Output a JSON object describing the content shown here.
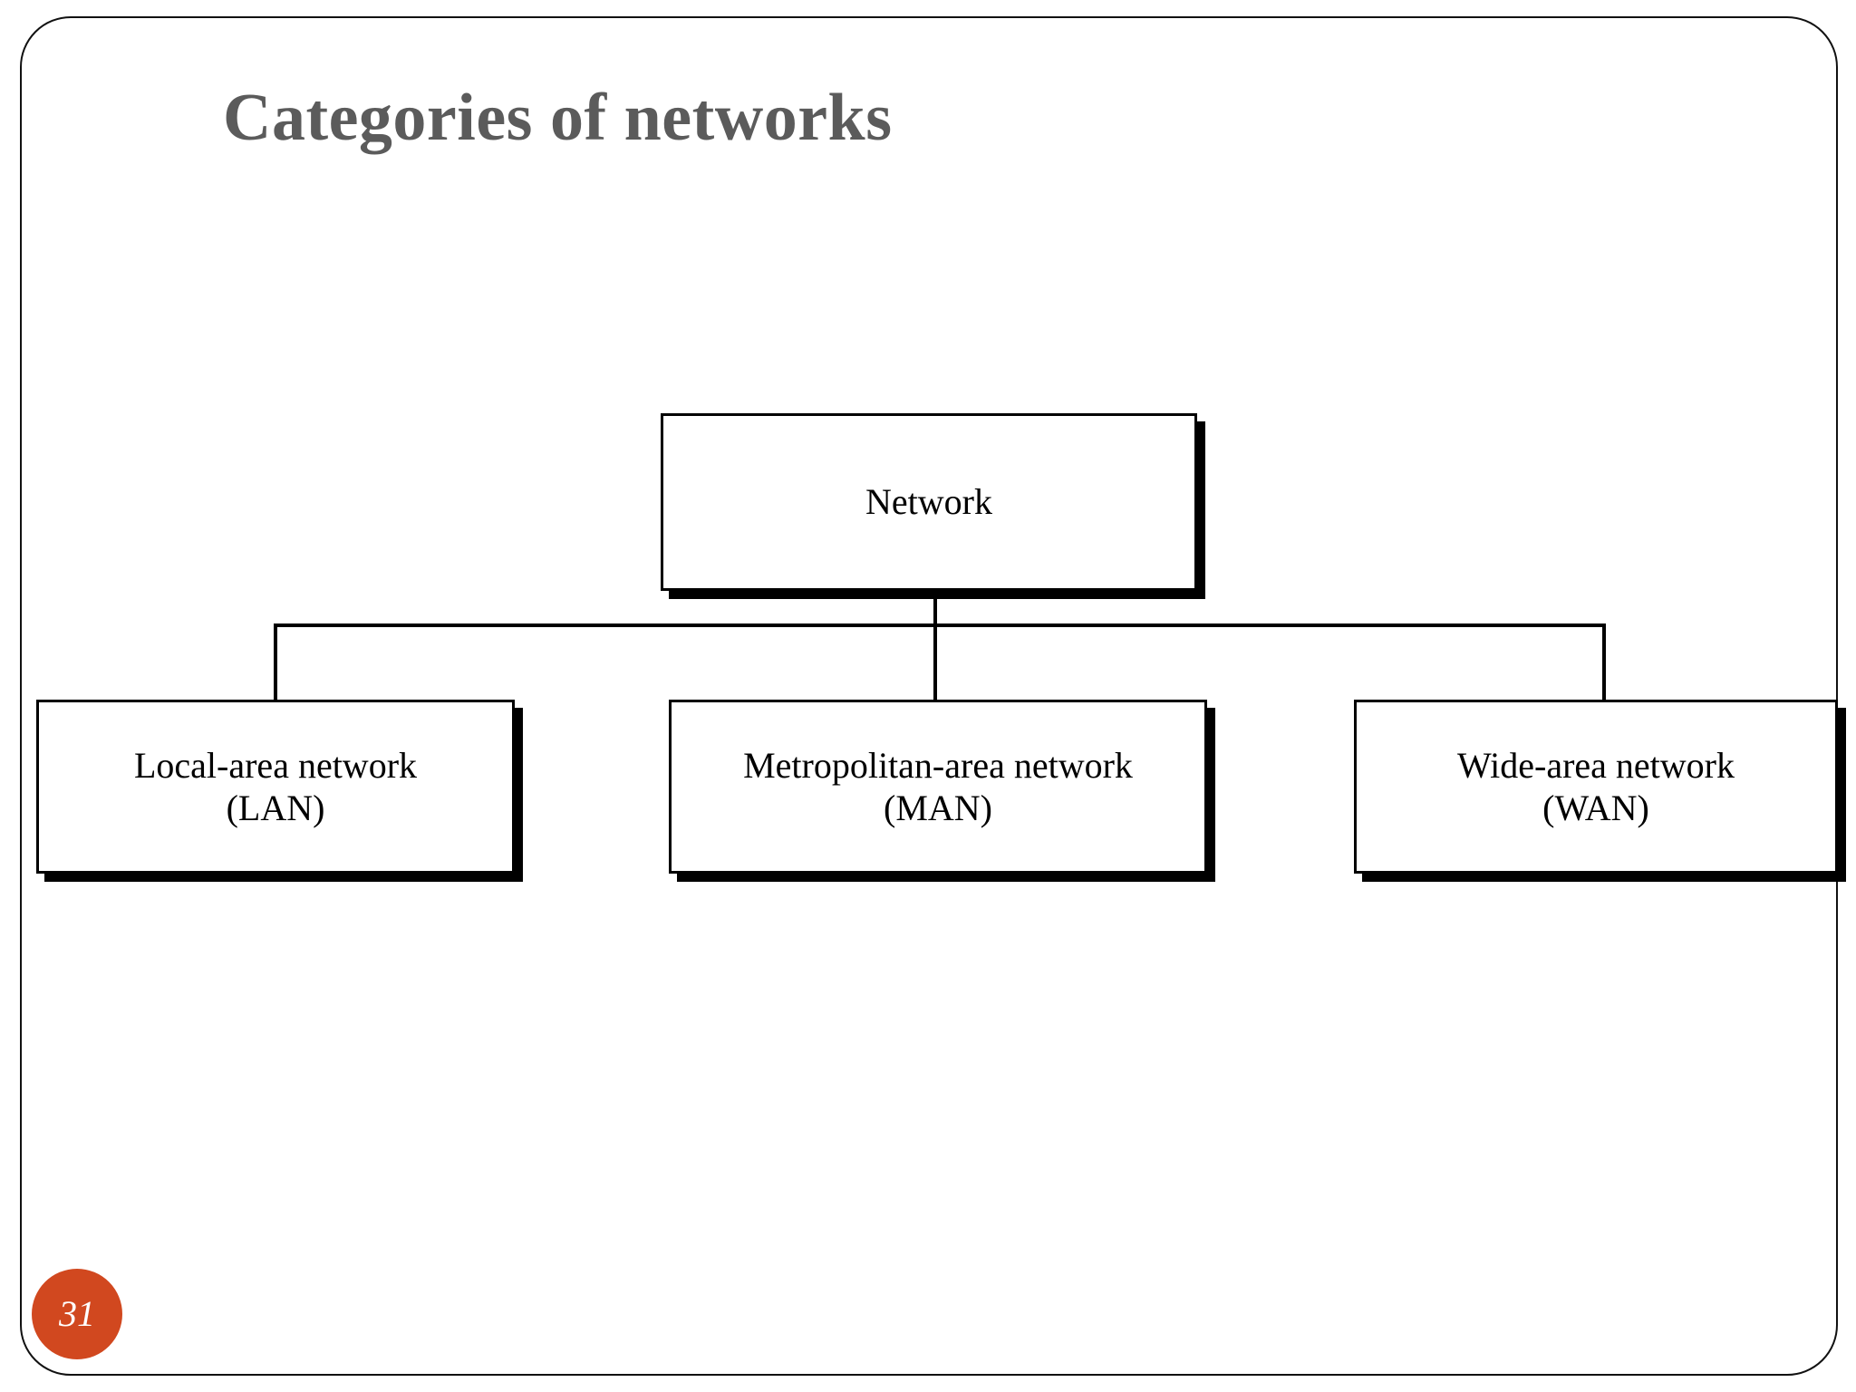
{
  "slide": {
    "title": "Categories of networks",
    "page_number": "31",
    "title_color": "#5b5b5b",
    "badge_color": "#d1481f",
    "background_color": "#ffffff",
    "frame_border_color": "#111111"
  },
  "diagram": {
    "type": "hierarchy-tree",
    "root": {
      "id": "network",
      "label": "Network"
    },
    "children": [
      {
        "id": "lan",
        "label": "Local-area network\n(LAN)",
        "line1": "Local-area network",
        "line2": "(LAN)",
        "acronym": "LAN"
      },
      {
        "id": "man",
        "label": "Metropolitan-area network\n(MAN)",
        "line1": "Metropolitan-area network",
        "line2": "(MAN)",
        "acronym": "MAN"
      },
      {
        "id": "wan",
        "label": "Wide-area network\n(WAN)",
        "line1": "Wide-area network",
        "line2": "(WAN)",
        "acronym": "WAN"
      }
    ],
    "node_border_color": "#000000",
    "node_fill_color": "#ffffff",
    "node_shadow_color": "#000000",
    "connector_color": "#000000"
  }
}
